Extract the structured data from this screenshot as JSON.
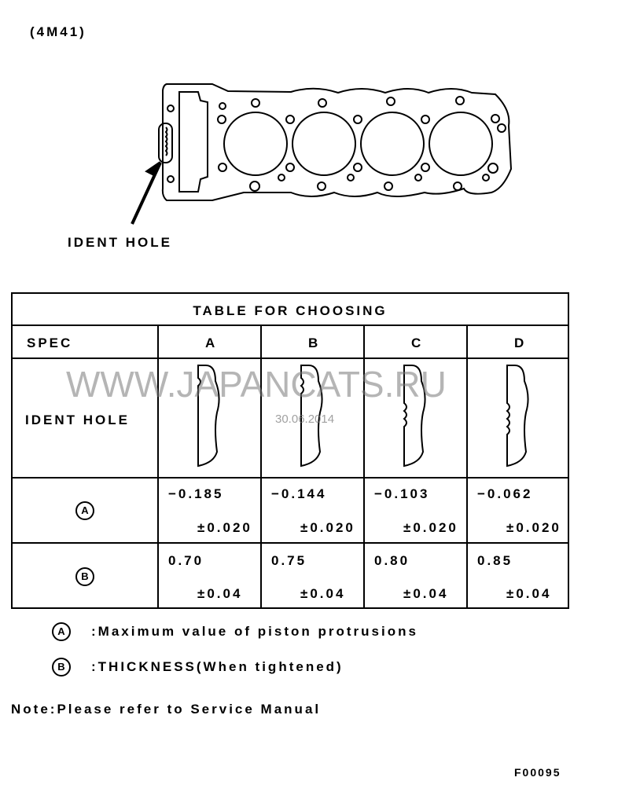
{
  "header": {
    "model": "(4M41)"
  },
  "diagram": {
    "ident_label": "IDENT HOLE"
  },
  "table": {
    "title": "TABLE FOR CHOOSING",
    "spec_label": "SPEC",
    "ident_label": "IDENT HOLE",
    "columns": [
      "A",
      "B",
      "C",
      "D"
    ],
    "notch_counts": [
      1,
      2,
      3,
      4
    ],
    "row_a_marker": "A",
    "row_a": [
      {
        "value": "−0.185",
        "tol": "±0.020"
      },
      {
        "value": "−0.144",
        "tol": "±0.020"
      },
      {
        "value": "−0.103",
        "tol": "±0.020"
      },
      {
        "value": "−0.062",
        "tol": "±0.020"
      }
    ],
    "row_b_marker": "B",
    "row_b": [
      {
        "value": "0.70",
        "tol": "±0.04"
      },
      {
        "value": "0.75",
        "tol": "±0.04"
      },
      {
        "value": "0.80",
        "tol": "±0.04"
      },
      {
        "value": "0.85",
        "tol": "±0.04"
      }
    ]
  },
  "legend": [
    {
      "marker": "A",
      "text": ":Maximum value of piston protrusions"
    },
    {
      "marker": "B",
      "text": ":THICKNESS(When tightened)"
    }
  ],
  "note": "Note:Please refer to Service Manual",
  "figure_code": "F00095",
  "watermark": {
    "site": "WWW.JAPANCATS.RU",
    "date": "30.06.2014"
  }
}
